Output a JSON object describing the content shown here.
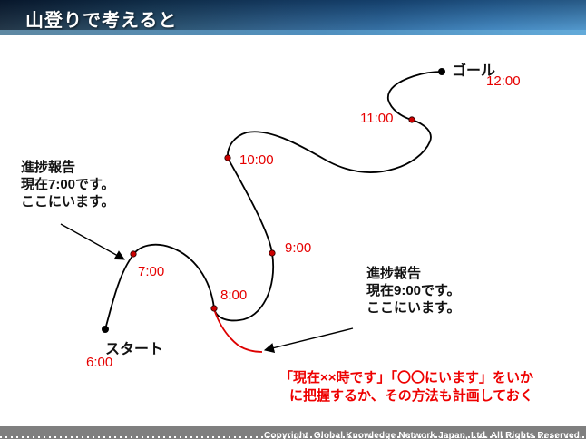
{
  "slide": {
    "title": "山登りで考えると"
  },
  "diagram": {
    "start_label": "スタート",
    "goal_label": "ゴール",
    "times": [
      "6:00",
      "7:00",
      "8:00",
      "9:00",
      "10:00",
      "11:00",
      "12:00"
    ],
    "note_700": "進捗報告\n現在7:00です。\nここにいます。",
    "note_900": "進捗報告\n現在9:00です。\nここにいます。",
    "annotation_lines": [
      "「現在××時です」「〇〇にいます」をいか",
      "に把握するか、その方法も計画しておく"
    ],
    "colors": {
      "path": "#000000",
      "deviation_path": "#dd0000",
      "waypoint_dot": "#cc0000",
      "endpoint_dot": "#000000",
      "time_label": "#e60000",
      "annotation_text": "#ee0000"
    }
  },
  "footer": {
    "copyright": "Copyright  Global Knowledge Network Japan, Ltd. All Rights Reserved."
  }
}
